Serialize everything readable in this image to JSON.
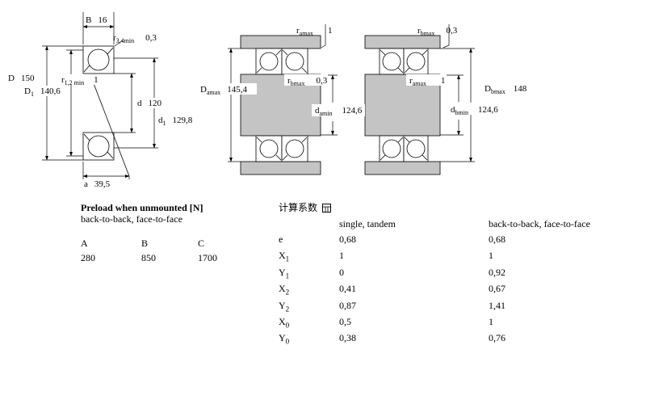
{
  "figure": {
    "left": {
      "B": {
        "base": "B",
        "value": "16"
      },
      "r34": {
        "base": "r",
        "sub": "3,4min",
        "value": "0,3"
      },
      "D": {
        "base": "D",
        "value": "150"
      },
      "r12": {
        "base": "r",
        "sub": "1,2 min",
        "value": "1"
      },
      "D1": {
        "base": "D",
        "sub": "1",
        "value": "140,6"
      },
      "d": {
        "base": "d",
        "value": "120"
      },
      "d1": {
        "base": "d",
        "sub": "1",
        "value": "129,8"
      },
      "a": {
        "base": "a",
        "value": "39,5"
      }
    },
    "arr1": {
      "ra_top": {
        "base": "r",
        "sub": "amax",
        "value": "1"
      },
      "Da": {
        "base": "D",
        "sub": "amax",
        "value": "145,4"
      },
      "rb": {
        "base": "r",
        "sub": "bmax",
        "value": "0,3"
      },
      "da": {
        "base": "d",
        "sub": "amin",
        "value": "124,6"
      }
    },
    "arr2": {
      "rb_top": {
        "base": "r",
        "sub": "bmax",
        "value": "0,3"
      },
      "ra": {
        "base": "r",
        "sub": "amax",
        "value": "1"
      },
      "Db": {
        "base": "D",
        "sub": "bmax",
        "value": "148"
      },
      "db": {
        "base": "d",
        "sub": "bmin",
        "value": "124,6"
      }
    }
  },
  "preload": {
    "title": "Preload when unmounted [N]",
    "subtitle": "back-to-back, face-to-face",
    "col_a": "A",
    "col_b": "B",
    "col_c": "C",
    "val_a": "280",
    "val_b": "850",
    "val_c": "1700"
  },
  "factors": {
    "title": "计算系数",
    "col1": "single, tandem",
    "col2": "back-to-back, face-to-face",
    "rows": [
      {
        "base": "e",
        "sub": "",
        "v1": "0,68",
        "v2": "0,68"
      },
      {
        "base": "X",
        "sub": "1",
        "v1": "1",
        "v2": "1"
      },
      {
        "base": "Y",
        "sub": "1",
        "v1": "0",
        "v2": "0,92"
      },
      {
        "base": "X",
        "sub": "2",
        "v1": "0,41",
        "v2": "0,67"
      },
      {
        "base": "Y",
        "sub": "2",
        "v1": "0,87",
        "v2": "1,41"
      },
      {
        "base": "X",
        "sub": "0",
        "v1": "0,5",
        "v2": "1"
      },
      {
        "base": "Y",
        "sub": "0",
        "v1": "0,38",
        "v2": "0,76"
      }
    ]
  }
}
